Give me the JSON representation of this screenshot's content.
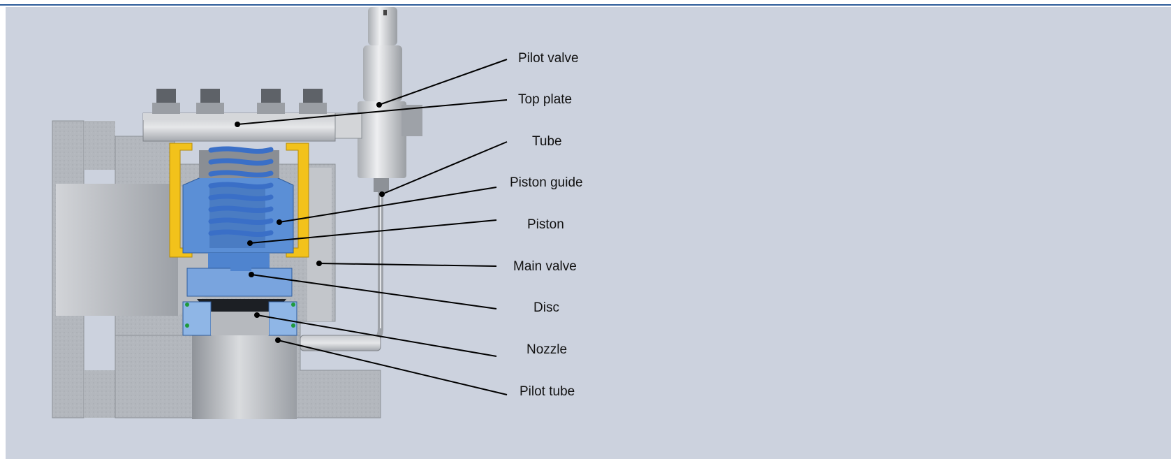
{
  "diagram": {
    "labels": {
      "pilot_valve": "Pilot valve",
      "top_plate": "Top plate",
      "tube": "Tube",
      "piston_guide": "Piston guide",
      "piston": "Piston",
      "main_valve": "Main valve",
      "disc": "Disc",
      "nozzle": "Nozzle",
      "pilot_tube": "Pilot tube"
    },
    "colors": {
      "background": "#ccd2de",
      "accent_line": "#2f5d9a",
      "body_steel": "#a9adb3",
      "piston_blue": "#5b8fd6",
      "spring_blue": "#3a6fc7",
      "guide_yellow": "#f2c21b",
      "leader_line": "#000000"
    }
  }
}
